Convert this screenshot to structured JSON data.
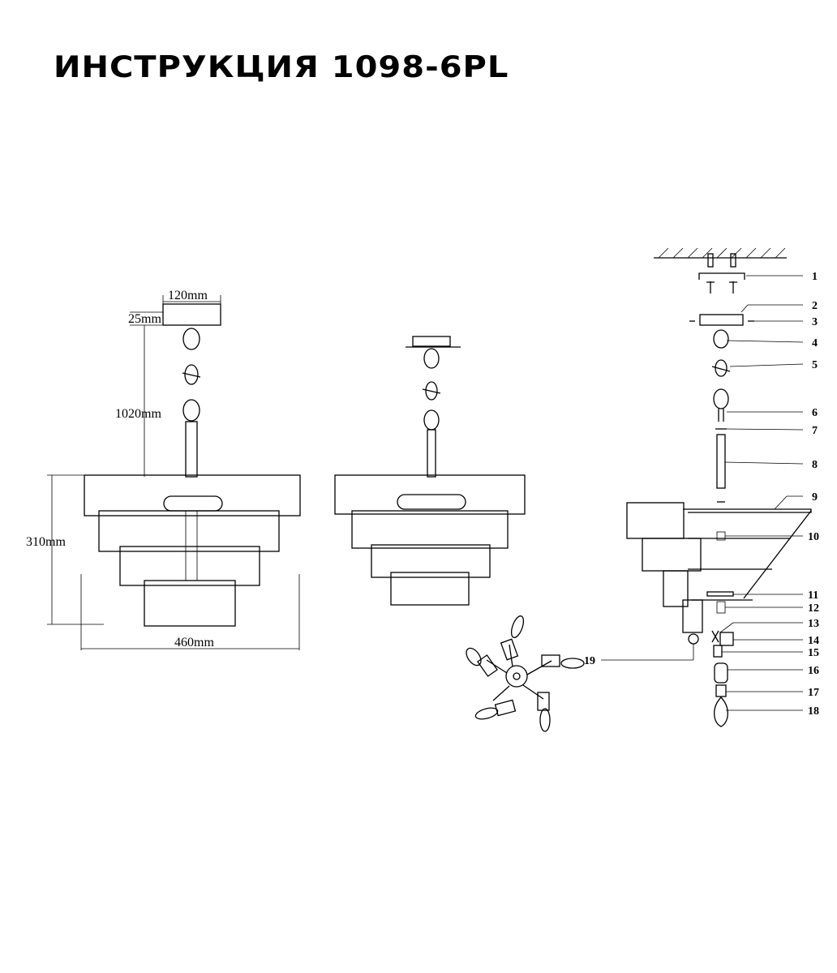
{
  "title": "ИНСТРУКЦИЯ 1098-6PL",
  "dimensions": {
    "canopy_width": "120mm",
    "canopy_height": "25mm",
    "total_drop": "1020mm",
    "body_height": "310mm",
    "diameter": "460mm"
  },
  "part_numbers": [
    "1",
    "2",
    "3",
    "4",
    "5",
    "6",
    "7",
    "8",
    "9",
    "10",
    "11",
    "12",
    "13",
    "14",
    "15",
    "16",
    "17",
    "18",
    "19"
  ]
}
